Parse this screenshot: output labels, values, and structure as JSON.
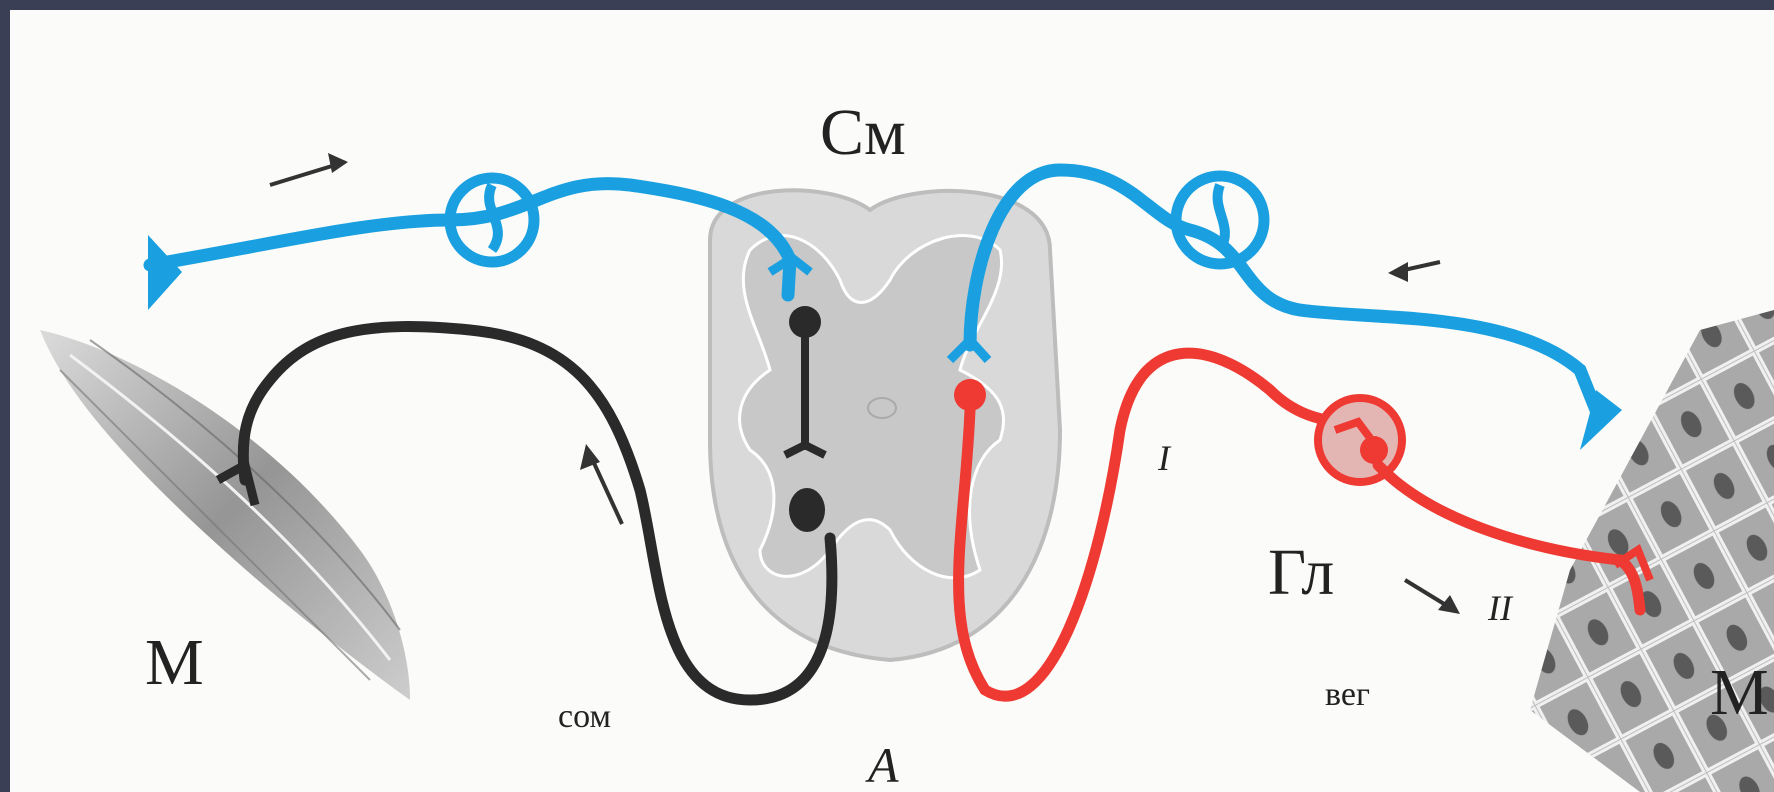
{
  "labels": {
    "spinal_cord": "См",
    "muscle_left": "М",
    "muscle_right": "М",
    "ganglion": "Гл",
    "somatic": "сом",
    "vegetative": "вег",
    "neuron_one": "I",
    "neuron_two": "II",
    "panel_letter": "А"
  },
  "colors": {
    "frame": "#3b3f55",
    "background": "#fbfbf9",
    "sensory_fiber": "#1aa0e0",
    "somatic_motor_fiber": "#2a2a2a",
    "vegetative_fiber": "#ee3a32",
    "spinal_cord_tissue": "#d9d9d9"
  }
}
